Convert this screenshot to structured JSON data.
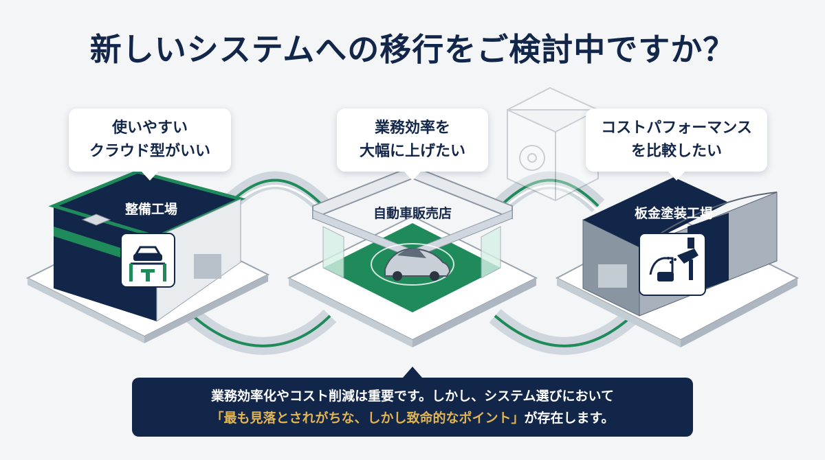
{
  "title": "新しいシステムへの移行をご検討中ですか？",
  "bubbles": [
    {
      "line1": "使いやすい",
      "line2": "クラウド型がいい"
    },
    {
      "line1": "業務効率を",
      "line2": "大幅に上げたい"
    },
    {
      "line1": "コストパフォーマンス",
      "line2": "を比較したい"
    }
  ],
  "buildings": [
    {
      "label": "整備工場"
    },
    {
      "label": "自動車販売店"
    },
    {
      "label": "板金塗装工場"
    }
  ],
  "message": {
    "line1": "業務効率化やコスト削減は重要です。しかし、システム選びにおいて",
    "highlight": "「最も見落とされがちな、しかし致命的なポイント」",
    "line2_suffix": "が存在します。"
  },
  "colors": {
    "navy": "#12264a",
    "green": "#1f8a5a",
    "gold": "#e2b552"
  },
  "icons": [
    "car-lift-icon",
    "car-icon",
    "spray-gun-icon",
    "safe-icon"
  ]
}
